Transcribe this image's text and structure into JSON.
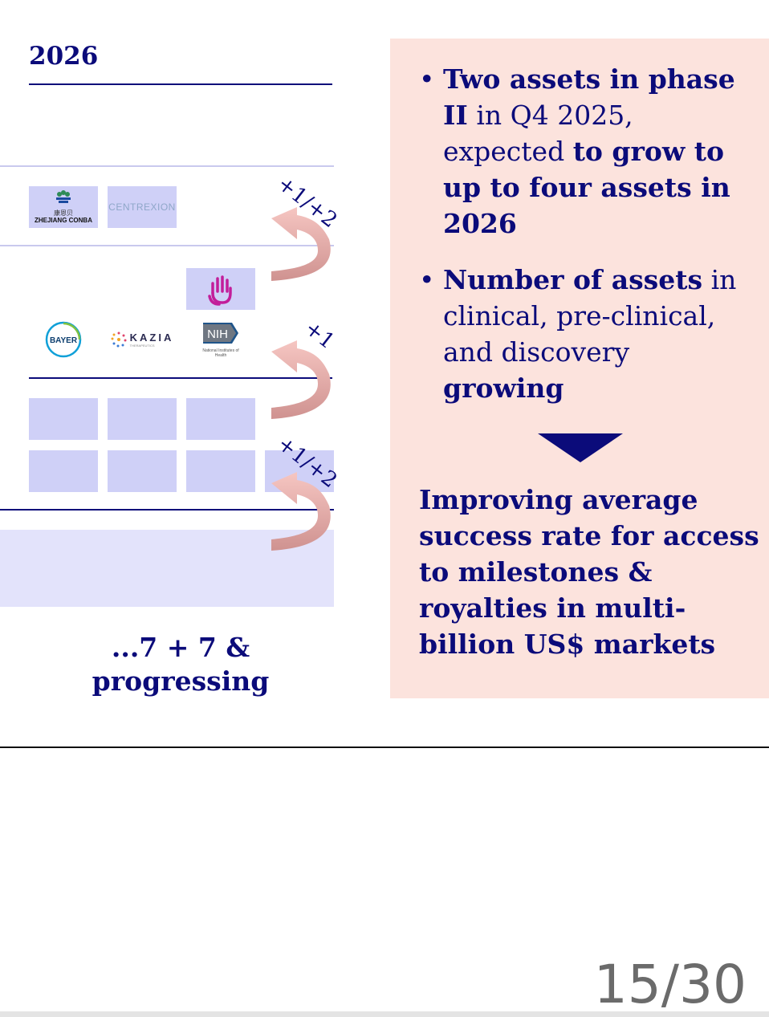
{
  "left": {
    "year_heading": "2026",
    "partners": {
      "row1": [
        {
          "name": "ZHEJIANG CONBA",
          "sub": "康恩贝"
        },
        {
          "name": "CENTREXION"
        }
      ],
      "row2": [
        {
          "name": "BAYER"
        },
        {
          "name": "KAZIA",
          "sub": "THERAPEUTICS"
        },
        {
          "name": "NIH",
          "sub": "National Institutes of Health"
        }
      ]
    },
    "arrow_labels": [
      "+1/+2",
      "+1",
      "+1/+2"
    ],
    "summary": "...7 + 7 & progressing"
  },
  "right": {
    "bullets": [
      {
        "parts": [
          {
            "text": "Two assets in phase II",
            "bold": true
          },
          {
            "text": " in Q4 2025, expected ",
            "bold": false
          },
          {
            "text": "to grow to up to four assets in 2026",
            "bold": true
          }
        ]
      },
      {
        "parts": [
          {
            "text": "Number of assets",
            "bold": true
          },
          {
            "text": " in clinical, pre-clinical, and discovery ",
            "bold": false
          },
          {
            "text": "growing",
            "bold": true
          }
        ]
      }
    ],
    "conclusion": "Improving average success rate for access to milestones & royalties in multi-billion US$ markets"
  },
  "page_number": "15/30",
  "colors": {
    "navy": "#0b0b7a",
    "panel": "#fce3dd",
    "tile": "#cfd0f7",
    "arrow": "#d39a98"
  }
}
